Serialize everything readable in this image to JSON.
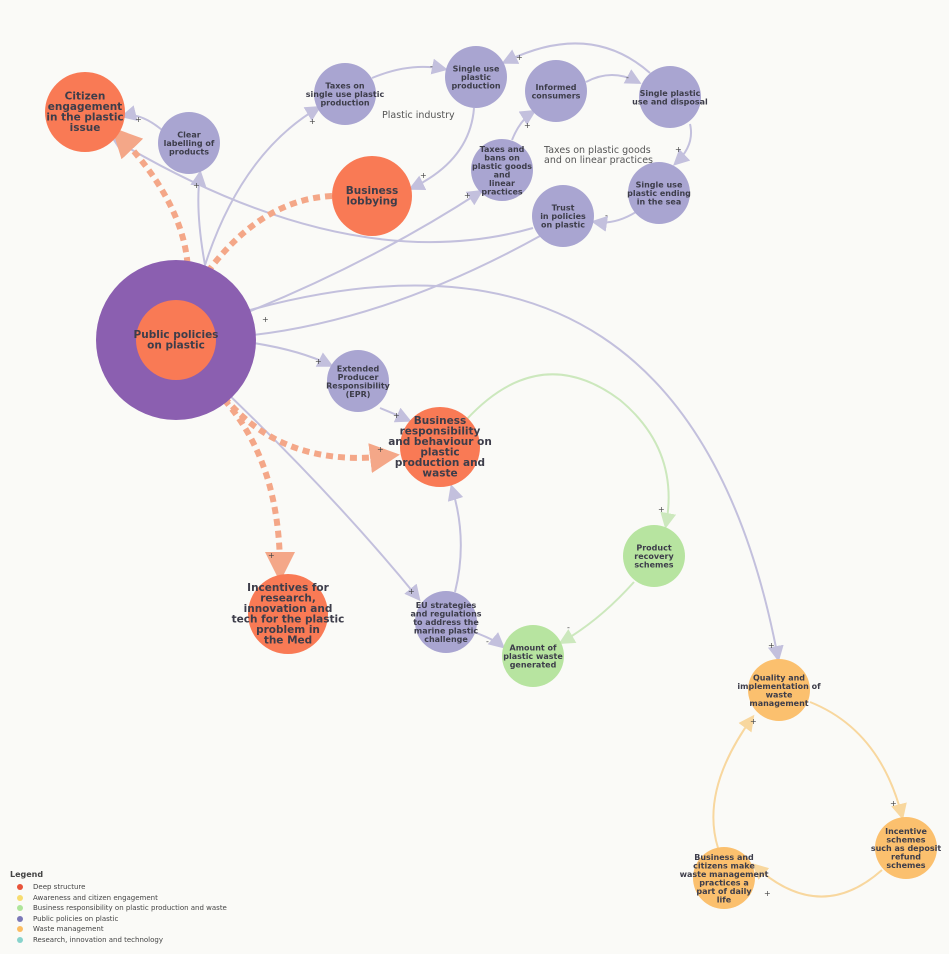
{
  "nodes": {
    "citizen": [
      "Citizen",
      "engagement",
      "in the plastic",
      "issue"
    ],
    "labelling": [
      "Clear",
      "labelling of",
      "products"
    ],
    "taxes_single": [
      "Taxes on",
      "single use plastic",
      "production"
    ],
    "single_prod": [
      "Single use",
      "plastic",
      "production"
    ],
    "informed": [
      "Informed",
      "consumers"
    ],
    "single_use_disposal": [
      "Single plastic",
      "use and disposal"
    ],
    "lobbying": [
      "Business",
      "lobbying"
    ],
    "taxes_bans": [
      "Taxes and",
      "bans on",
      "plastic goods",
      "and",
      "linear",
      "practices"
    ],
    "trust": [
      "Trust",
      "in policies",
      "on plastic"
    ],
    "sea": [
      "Single use",
      "plastic ending",
      "in the sea"
    ],
    "policies": [
      "Public policies",
      "on plastic"
    ],
    "epr": [
      "Extended",
      "Producer",
      "Responsibility",
      "(EPR)"
    ],
    "business_resp": [
      "Business",
      "responsibility",
      "and behaviour on",
      "plastic",
      "production and",
      "waste"
    ],
    "recovery": [
      "Product",
      "recovery",
      "schemes"
    ],
    "incentives_research": [
      "Incentives for",
      "research,",
      "innovation and",
      "tech for the plastic",
      "problem in",
      "the Med"
    ],
    "eu": [
      "EU strategies",
      "and regulations",
      "to address the",
      "marine plastic",
      "challenge"
    ],
    "amount": [
      "Amount of",
      "plastic waste",
      "generated"
    ],
    "quality": [
      "Quality and",
      "implementation of",
      "waste",
      "management"
    ],
    "deposit": [
      "Incentive",
      "schemes",
      "such as deposit",
      "refund",
      "schemes"
    ],
    "daily": [
      "Business and",
      "citizens make",
      "waste management",
      "practices a",
      "part of daily",
      "life"
    ]
  },
  "labels": {
    "plastic_industry": "Plastic industry",
    "taxes_goods_1": "Taxes on plastic goods",
    "taxes_goods_2": "and on linear practices"
  },
  "legend": {
    "title": "Legend",
    "items": [
      {
        "label": "Deep structure",
        "color": "#e8533a"
      },
      {
        "label": "Awareness and citizen engagement",
        "color": "#f7dc6f"
      },
      {
        "label": "Business responsibility on plastic production and waste",
        "color": "#aee59a"
      },
      {
        "label": "Public policies on plastic",
        "color": "#7b78b8"
      },
      {
        "label": "Waste management",
        "color": "#fbbd62"
      },
      {
        "label": "Research, innovation and technology",
        "color": "#88d3cc"
      }
    ]
  },
  "colors": {
    "orange": "#f97a55",
    "purple": "#a9a5d1",
    "deep_purple": "#8b5fb0",
    "green": "#b7e4a0",
    "yellow": "#fbc06e"
  }
}
